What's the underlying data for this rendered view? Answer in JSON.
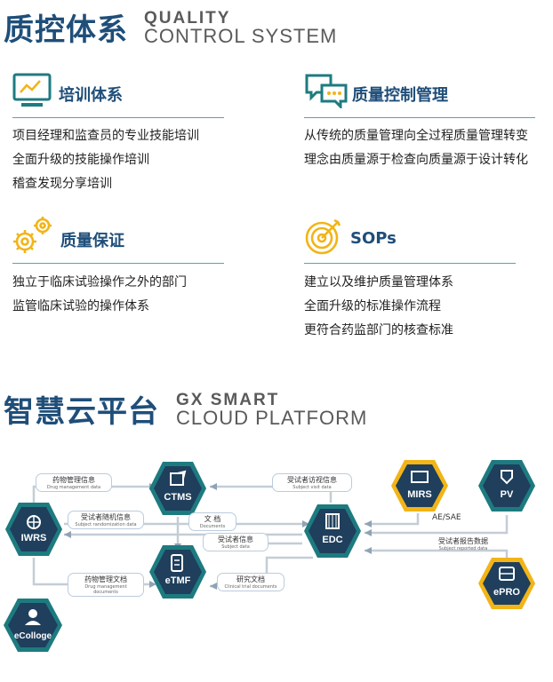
{
  "qc": {
    "title_cn": "质控体系",
    "title_en_1": "QUALITY",
    "title_en_2": "CONTROL SYSTEM",
    "cards": [
      {
        "title": "培训体系",
        "items": [
          "项目经理和监查员的专业技能培训",
          "全面升级的技能操作培训",
          "稽查发现分享培训"
        ]
      },
      {
        "title": "质量控制管理",
        "items": [
          "从传统的质量管理向全过程质量管理转变",
          "理念由质量源于检查向质量源于设计转化"
        ]
      },
      {
        "title": "质量保证",
        "items": [
          "独立于临床试验操作之外的部门",
          "监管临床试验的操作体系"
        ]
      },
      {
        "title": "SOPs",
        "items": [
          "建立以及维护质量管理体系",
          "全面升级的标准操作流程",
          "更符合药监部门的核查标准"
        ]
      }
    ]
  },
  "cloud": {
    "title_cn": "智慧云平台",
    "title_en_1": "GX SMART",
    "title_en_2": "CLOUD PLATFORM",
    "nodes": {
      "ctms": "CTMS",
      "iwrs": "IWRS",
      "etmf": "eTMF",
      "edc": "EDC",
      "mirs": "MIRS",
      "pv": "PV",
      "epro": "ePRO",
      "ecollege": "eColloge"
    },
    "edges": {
      "drug_info": {
        "cn": "药物管理信息",
        "en": "Drug management data"
      },
      "subject_mgmt": {
        "cn": "受试者随机信息",
        "en": "Subject randomization data"
      },
      "documents": {
        "cn": "文 档",
        "en": "Documents"
      },
      "subject_info": {
        "cn": "受试者信息",
        "en": "Subject data"
      },
      "drug_docs": {
        "cn": "药物管理文档",
        "en": "Drug management documents"
      },
      "research_docs": {
        "cn": "研究文档",
        "en": "Clinical trial documents"
      },
      "subject_visit": {
        "cn": "受试者访视信息",
        "en": "Subject visit data"
      },
      "ae_sae": "AE/SAE",
      "subject_report": {
        "cn": "受试者报告数据",
        "en": "Subject reported data"
      }
    }
  },
  "colors": {
    "navy": "#1f3f5c",
    "teal": "#1d7b80",
    "gold": "#f2b417",
    "heading": "#1f4e79"
  }
}
